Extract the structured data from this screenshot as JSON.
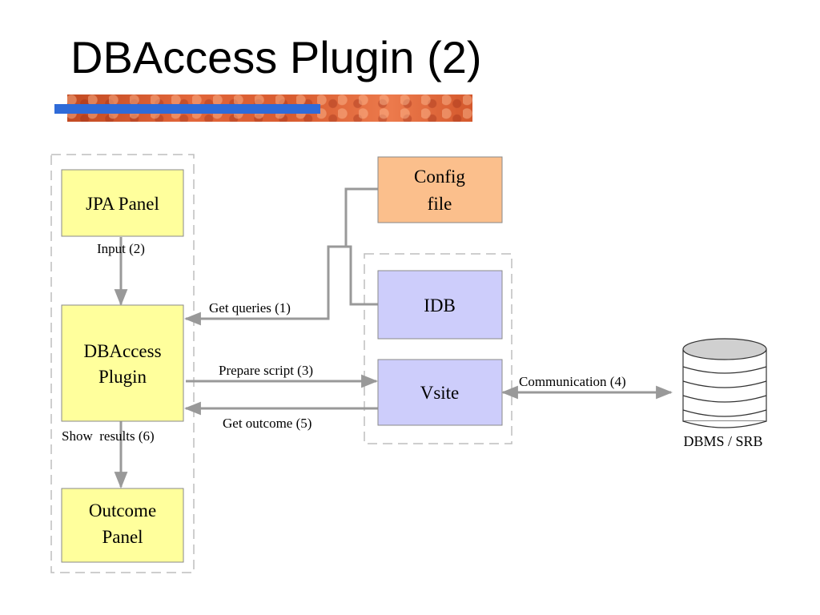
{
  "slide": {
    "title": "DBAccess Plugin (2)"
  },
  "colors": {
    "component_fill": "#ffff9c",
    "config_fill": "#fbbf8c",
    "service_fill": "#cdcdfb",
    "box_stroke": "#8a8a8a",
    "arrow": "#999999",
    "dashed_border": "#bdbdbd",
    "title_bar": "#d85c30",
    "title_accent": "#2f6bd8",
    "database_fill": "#d0d0d0"
  },
  "diagram": {
    "nodes": {
      "jpa_panel": {
        "label": "JPA Panel"
      },
      "dbaccess_plugin": {
        "lines": [
          "DBAccess",
          "Plugin"
        ]
      },
      "outcome_panel": {
        "lines": [
          "Outcome",
          "Panel"
        ]
      },
      "config_file": {
        "lines": [
          "Config",
          "file"
        ]
      },
      "idb": {
        "label": "IDB"
      },
      "vsite": {
        "label": "Vsite"
      },
      "database": {
        "label": "DBMS / SRB",
        "icon": "database-icon"
      }
    },
    "edges": {
      "input": "Input (2)",
      "get_queries": "Get queries (1)",
      "prepare_script": "Prepare script (3)",
      "get_outcome": "Get outcome (5)",
      "show_results": "Show  results (6)",
      "communication": "Communication (4)"
    }
  }
}
